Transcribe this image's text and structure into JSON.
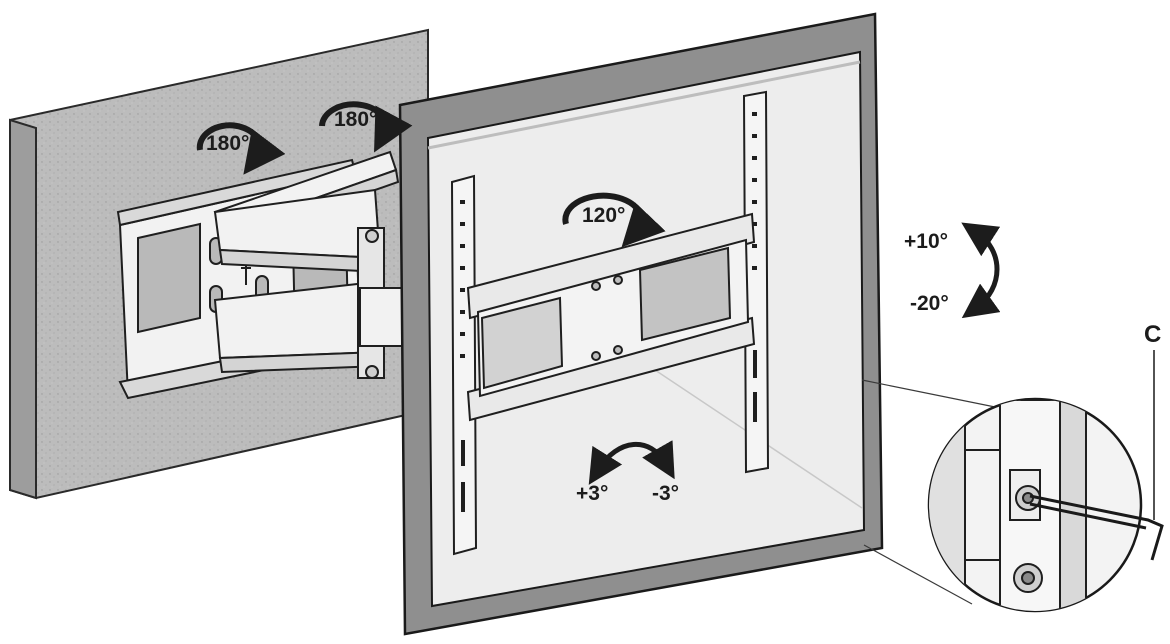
{
  "diagram": {
    "rotation_labels": {
      "wall_pivot": "180°",
      "arm_pivot": "180°",
      "plate_swivel": "120°",
      "tilt_up": "+10°",
      "tilt_down": "-20°",
      "level_left": "+3°",
      "level_right": "-3°"
    },
    "callout_label": "C",
    "colors": {
      "wall": "#b9b9b9",
      "outline": "#1f1f1f",
      "metal": "#f2f2f2",
      "screen": "#ededed",
      "bezel": "#8f8f8f"
    },
    "icons": [
      "rotation-arrow-icon",
      "tilt-arrow-icon",
      "level-arrow-icon",
      "hex-key-icon"
    ]
  }
}
